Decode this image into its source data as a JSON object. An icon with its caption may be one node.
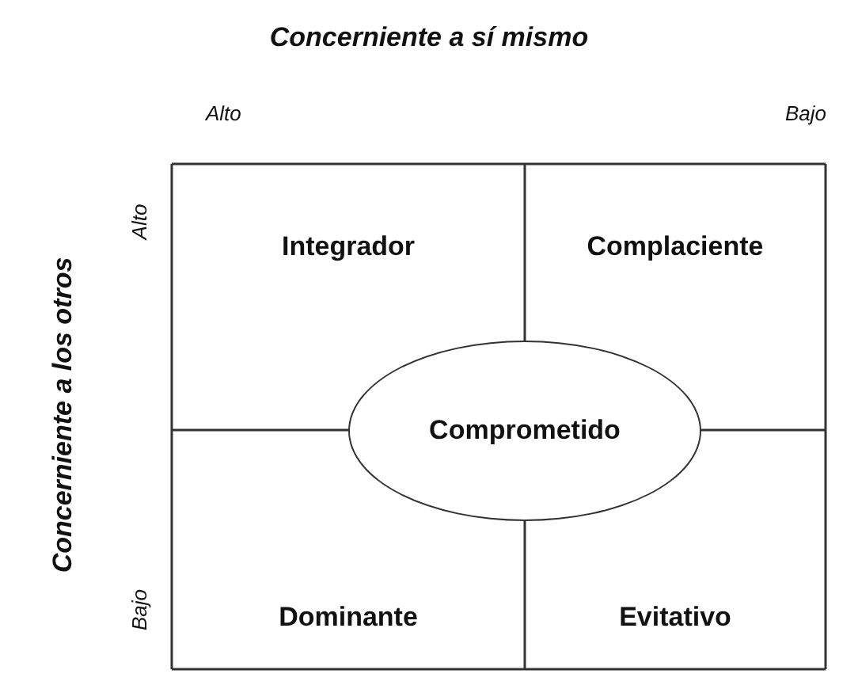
{
  "diagram": {
    "title": "Concerniente a sí mismo",
    "nodes": [
      {
        "text": [
          "Integrador"
        ]
      },
      {
        "text": [
          "Complaciente"
        ]
      },
      {
        "text": [
          "Dominante"
        ]
      },
      {
        "text": [
          "Evitativo"
        ]
      },
      {
        "text": [
          "Comprometido"
        ]
      }
    ],
    "labels": [
      "Alto",
      "Bajo",
      "Concerniente a los otros",
      "Alto",
      "Bajo"
    ]
  }
}
